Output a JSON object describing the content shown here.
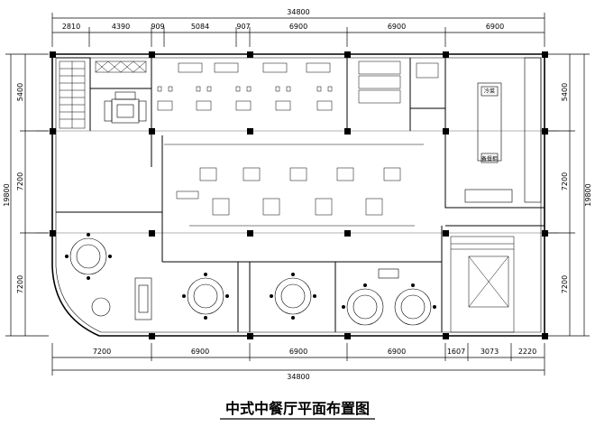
{
  "title": "中式中餐厅平面布置图",
  "dims": {
    "top_total": "34800",
    "top_segments": [
      "2810",
      "4390",
      "909",
      "5084",
      "907",
      "6900",
      "6900",
      "6900"
    ],
    "bottom_total": "34800",
    "bottom_segments": [
      "7200",
      "6900",
      "6900",
      "6900",
      "1607",
      "3073",
      "2220"
    ],
    "left_total": "19800",
    "left_segments": [
      "5400",
      "7200",
      "7200"
    ],
    "right_total": "19800",
    "right_segments": [
      "5400",
      "7200",
      "7200"
    ]
  },
  "labels": {
    "kitchen_upper": "冷菜",
    "kitchen_lower": "备餐柜"
  },
  "colors": {
    "line": "#000000",
    "background": "#ffffff"
  }
}
